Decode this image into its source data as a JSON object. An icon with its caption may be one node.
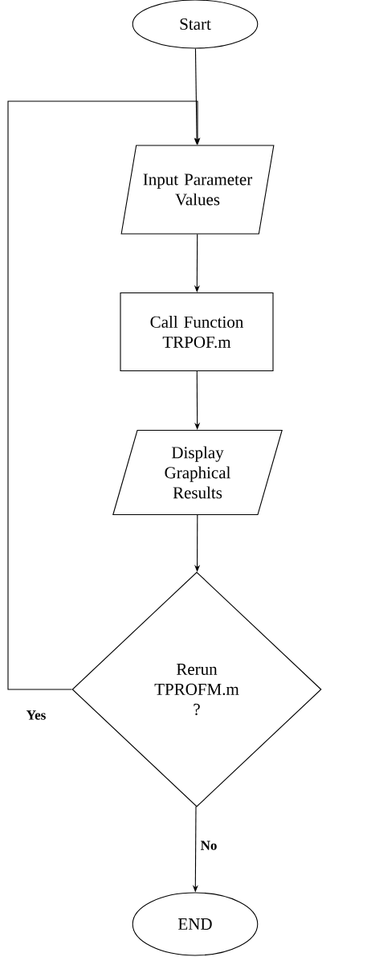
{
  "diagram": {
    "nodes": [
      {
        "text": [
          "Start"
        ]
      },
      {
        "text": [
          "Input Parameter Values"
        ]
      },
      {
        "text": [
          "Call Function TRPOF.m"
        ]
      },
      {
        "text": [
          "Display Graphical Results"
        ]
      },
      {
        "text": [
          "Rerun TPROFM.m ?"
        ]
      },
      {
        "text": [
          "END"
        ]
      }
    ],
    "edges": [
      {
        "from": 0,
        "to": 1,
        "arrow": "to"
      },
      {
        "from": 1,
        "to": 2,
        "arrow": "to"
      },
      {
        "from": 2,
        "to": 3,
        "arrow": "to"
      },
      {
        "from": 3,
        "to": 4,
        "arrow": "to"
      },
      {
        "from": 4,
        "to": 5,
        "arrow": "to",
        "label": "No"
      },
      {
        "from": 4,
        "to": 1,
        "arrow": "to",
        "label": "Yes"
      }
    ]
  }
}
